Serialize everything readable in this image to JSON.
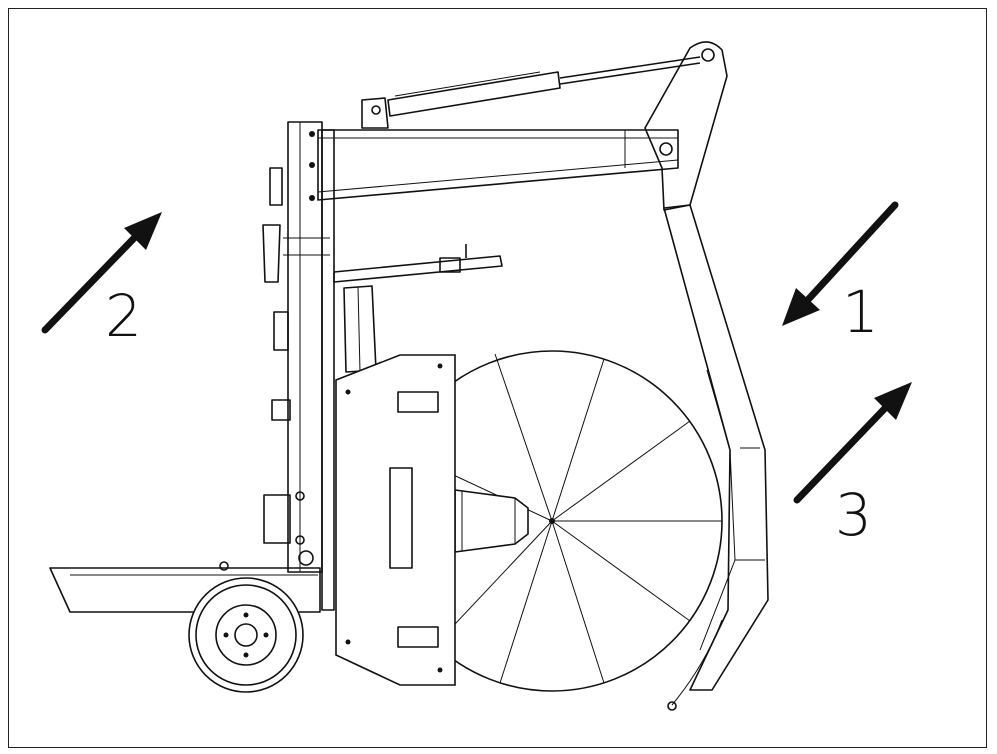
{
  "labels": {
    "one": "1",
    "two": "2",
    "three": "3"
  },
  "colors": {
    "stroke": "#111111",
    "background": "#ffffff"
  }
}
